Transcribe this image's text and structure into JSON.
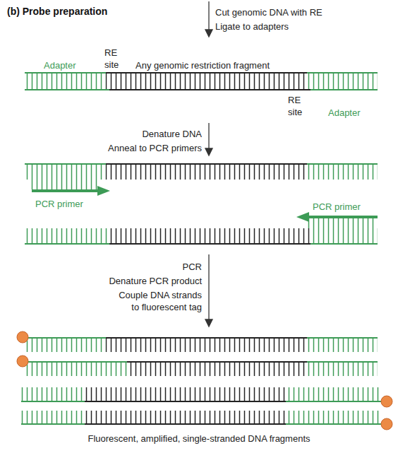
{
  "diagram": {
    "title": "(b) Probe preparation",
    "labels": [
      "Cut genomic DNA with RE",
      "Ligate to adapters",
      "RE site",
      "Adapter",
      "Any genomic restriction fragment",
      "RE site",
      "Adapter",
      "Denature DNA",
      "Anneal to PCR primers",
      "PCR primer",
      "PCR primer",
      "PCR",
      "Denature PCR product",
      "Couple DNA strands to fluorescent tag",
      "Fluorescent, amplified, single-stranded DNA fragments"
    ]
  }
}
